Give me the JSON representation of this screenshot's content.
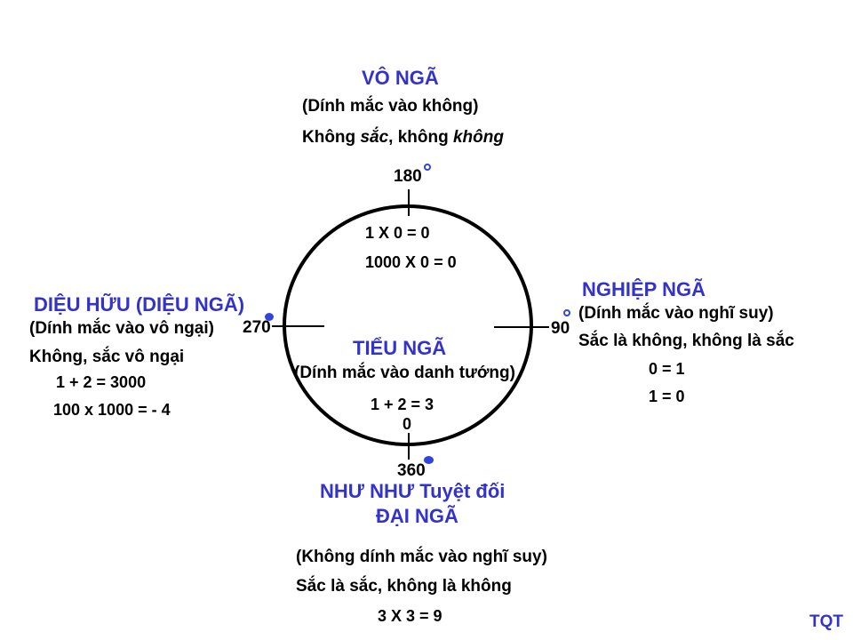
{
  "colors": {
    "accent": "#3333CC",
    "dot": "#3344DD",
    "text": "#000000",
    "background": "#ffffff"
  },
  "top_block": {
    "title": "VÔ NGÃ",
    "subtitle": "(Dính mắc vào không)",
    "line_p1": "Không ",
    "line_p2": "sắc",
    "line_p3": ", không ",
    "line_p4": "không"
  },
  "circle": {
    "deg_top": "180",
    "deg_right": "90",
    "deg_left": "270",
    "deg_bottom": "360",
    "eq1": "1 X 0 = 0",
    "eq2": "1000 X 0 = 0",
    "center_title": "TIỂU NGÃ",
    "center_subtitle": "(Dính mắc vào danh tướng)",
    "center_eq": "1 + 2 = 3",
    "center_zero": "0"
  },
  "right_block": {
    "title": "NGHIỆP NGÃ",
    "subtitle": "(Dính mắc vào nghĩ suy)",
    "line": "Sắc là không, không là sắc",
    "eq1": "0 = 1",
    "eq2": "1 = 0"
  },
  "left_block": {
    "title": "DIỆU HỮU (DIỆU NGÃ)",
    "subtitle": "(Dính mắc vào vô ngại)",
    "line": "Không, sắc vô ngại",
    "eq1": "1 + 2 = 3000",
    "eq2": "100 x 1000 = - 4"
  },
  "bottom_block": {
    "title1": "NHƯ NHƯ Tuyệt đối",
    "title2": "ĐẠI NGÃ",
    "subtitle": "(Không dính mắc vào nghĩ suy)",
    "line": "Sắc là sắc, không là không",
    "eq": "3 X 3 = 9"
  },
  "signature": "TQT"
}
